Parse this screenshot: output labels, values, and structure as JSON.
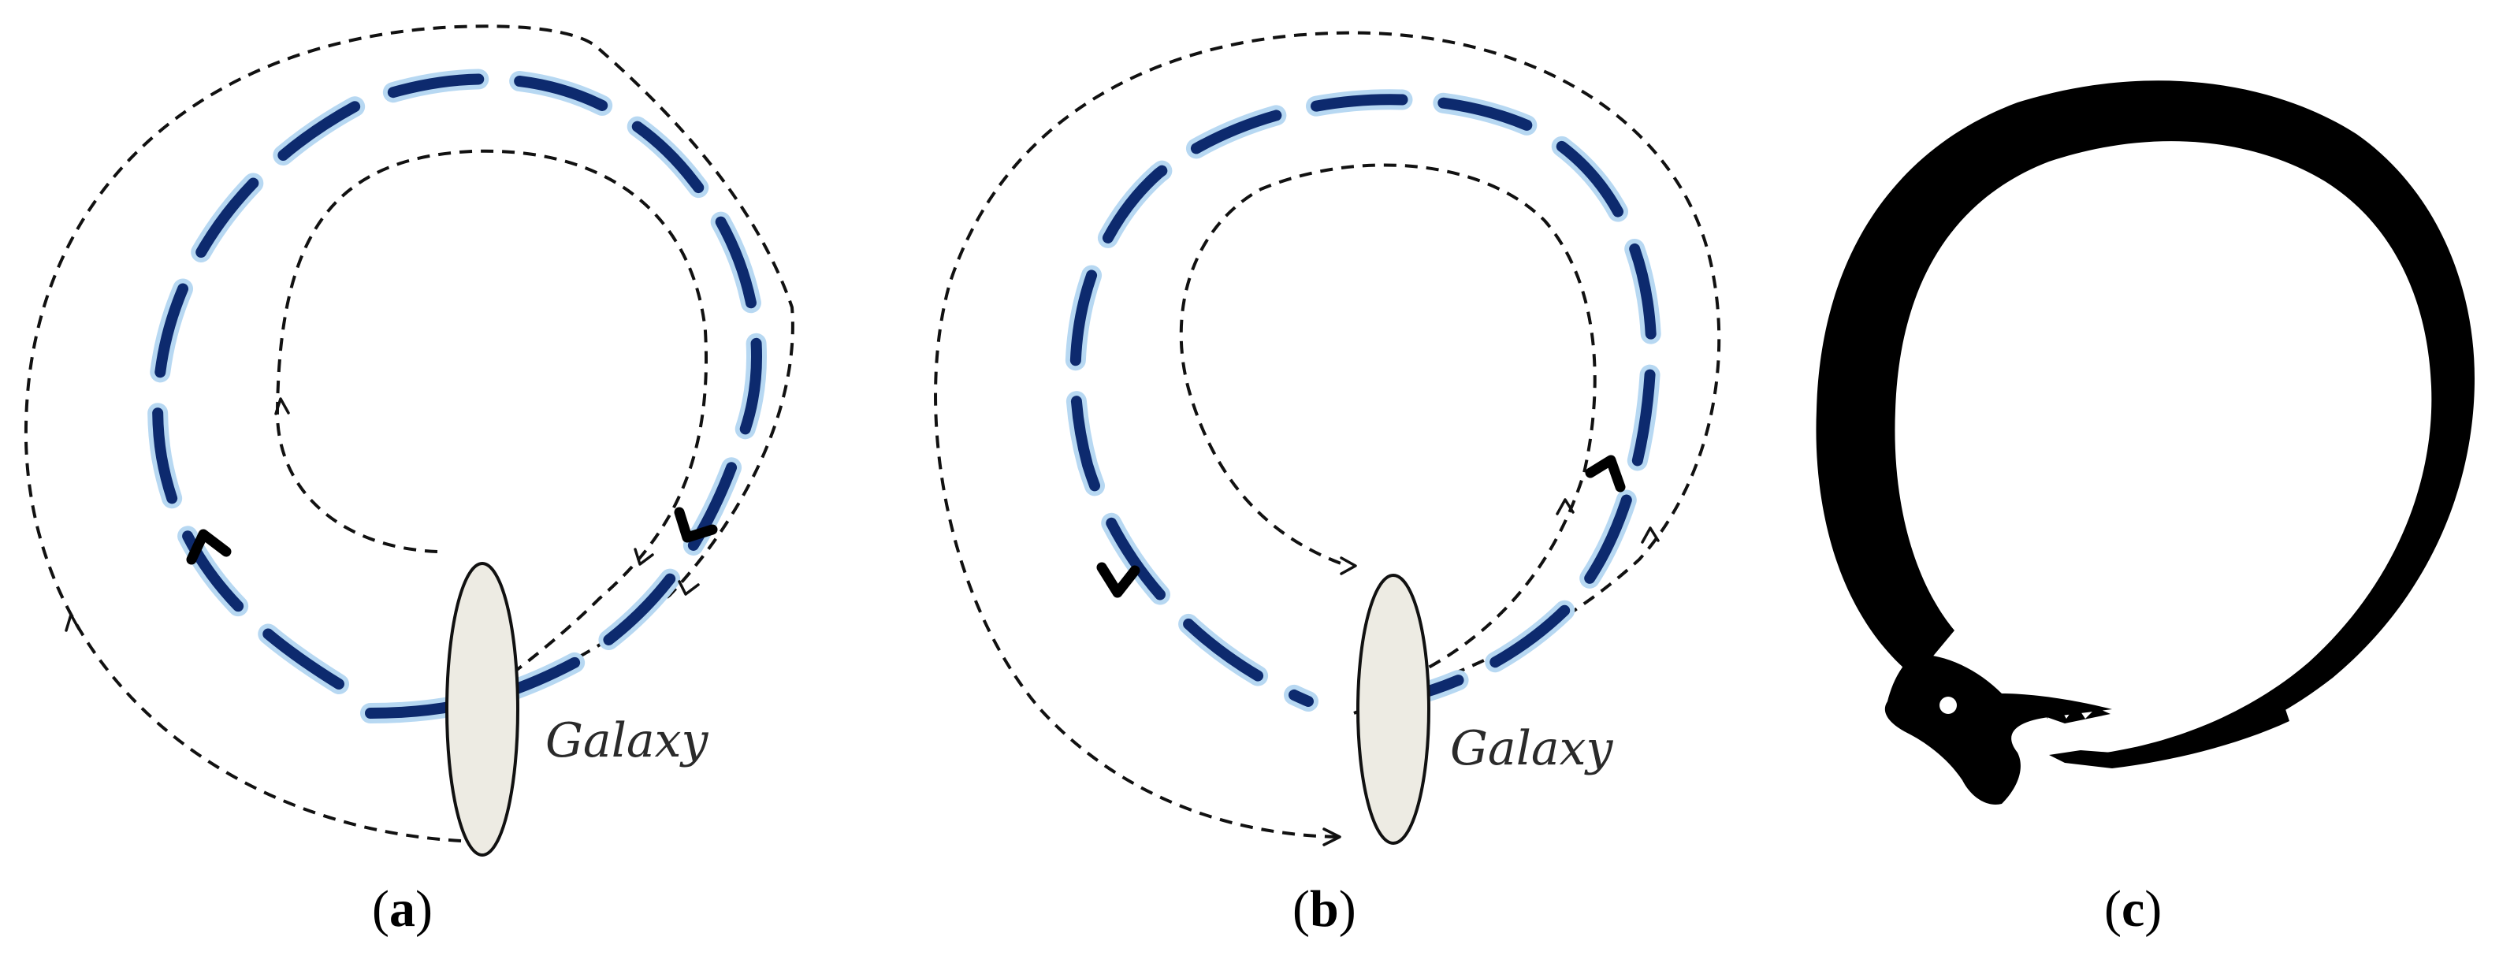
{
  "panels": [
    {
      "id": "a",
      "label_open": "(",
      "label_letter": "a",
      "label_close": ")",
      "galaxy_text": "Galaxy"
    },
    {
      "id": "b",
      "label_open": "(",
      "label_letter": "b",
      "label_close": ")",
      "galaxy_text": "Galaxy"
    },
    {
      "id": "c",
      "label_open": "(",
      "label_letter": "c",
      "label_close": ")"
    }
  ],
  "colors": {
    "orbit_blue": "#0d2a6e",
    "orbit_glow": "#b7d8f2",
    "galaxy_fill": "#edebe3",
    "ink": "#000000"
  }
}
